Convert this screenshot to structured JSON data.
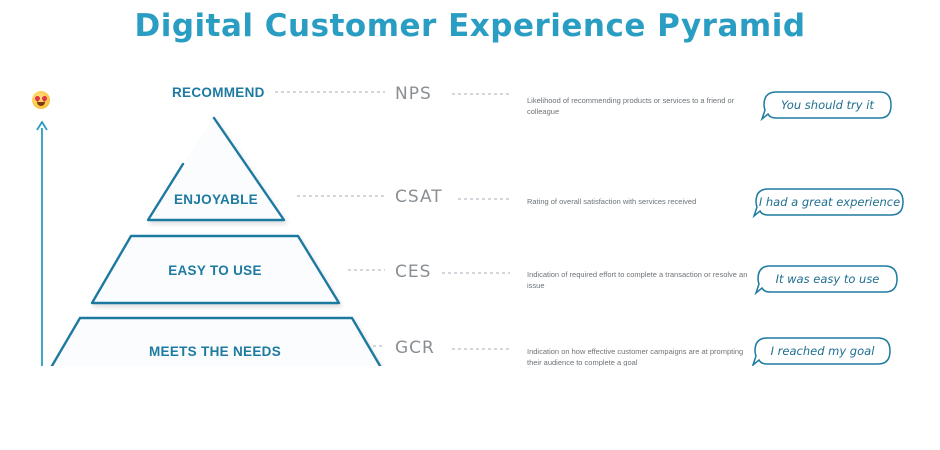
{
  "title": "Digital Customer Experience Pyramid",
  "colors": {
    "accent": "#2a9dc2",
    "dark_accent": "#1e7aa0",
    "dots": "#b9bec3"
  },
  "indicator": {
    "icon": "heart-eyes-emoji-icon"
  },
  "levels": [
    {
      "label": "RECOMMEND",
      "metric": "NPS",
      "description": "Likelihood of recommending products or services to a friend or colleague",
      "quote": "You should try it"
    },
    {
      "label": "ENJOYABLE",
      "metric": "CSAT",
      "description": "Rating of overall satisfaction with services received",
      "quote": "I had a great experience"
    },
    {
      "label": "EASY TO USE",
      "metric": "CES",
      "description": "Indication of required effort to complete a transaction or resolve an issue",
      "quote": "It was easy to use"
    },
    {
      "label": "MEETS THE NEEDS",
      "metric": "GCR",
      "description": "Indication on how effective customer campaigns are at prompting their audience to complete a goal",
      "quote": "I reached my goal"
    }
  ]
}
